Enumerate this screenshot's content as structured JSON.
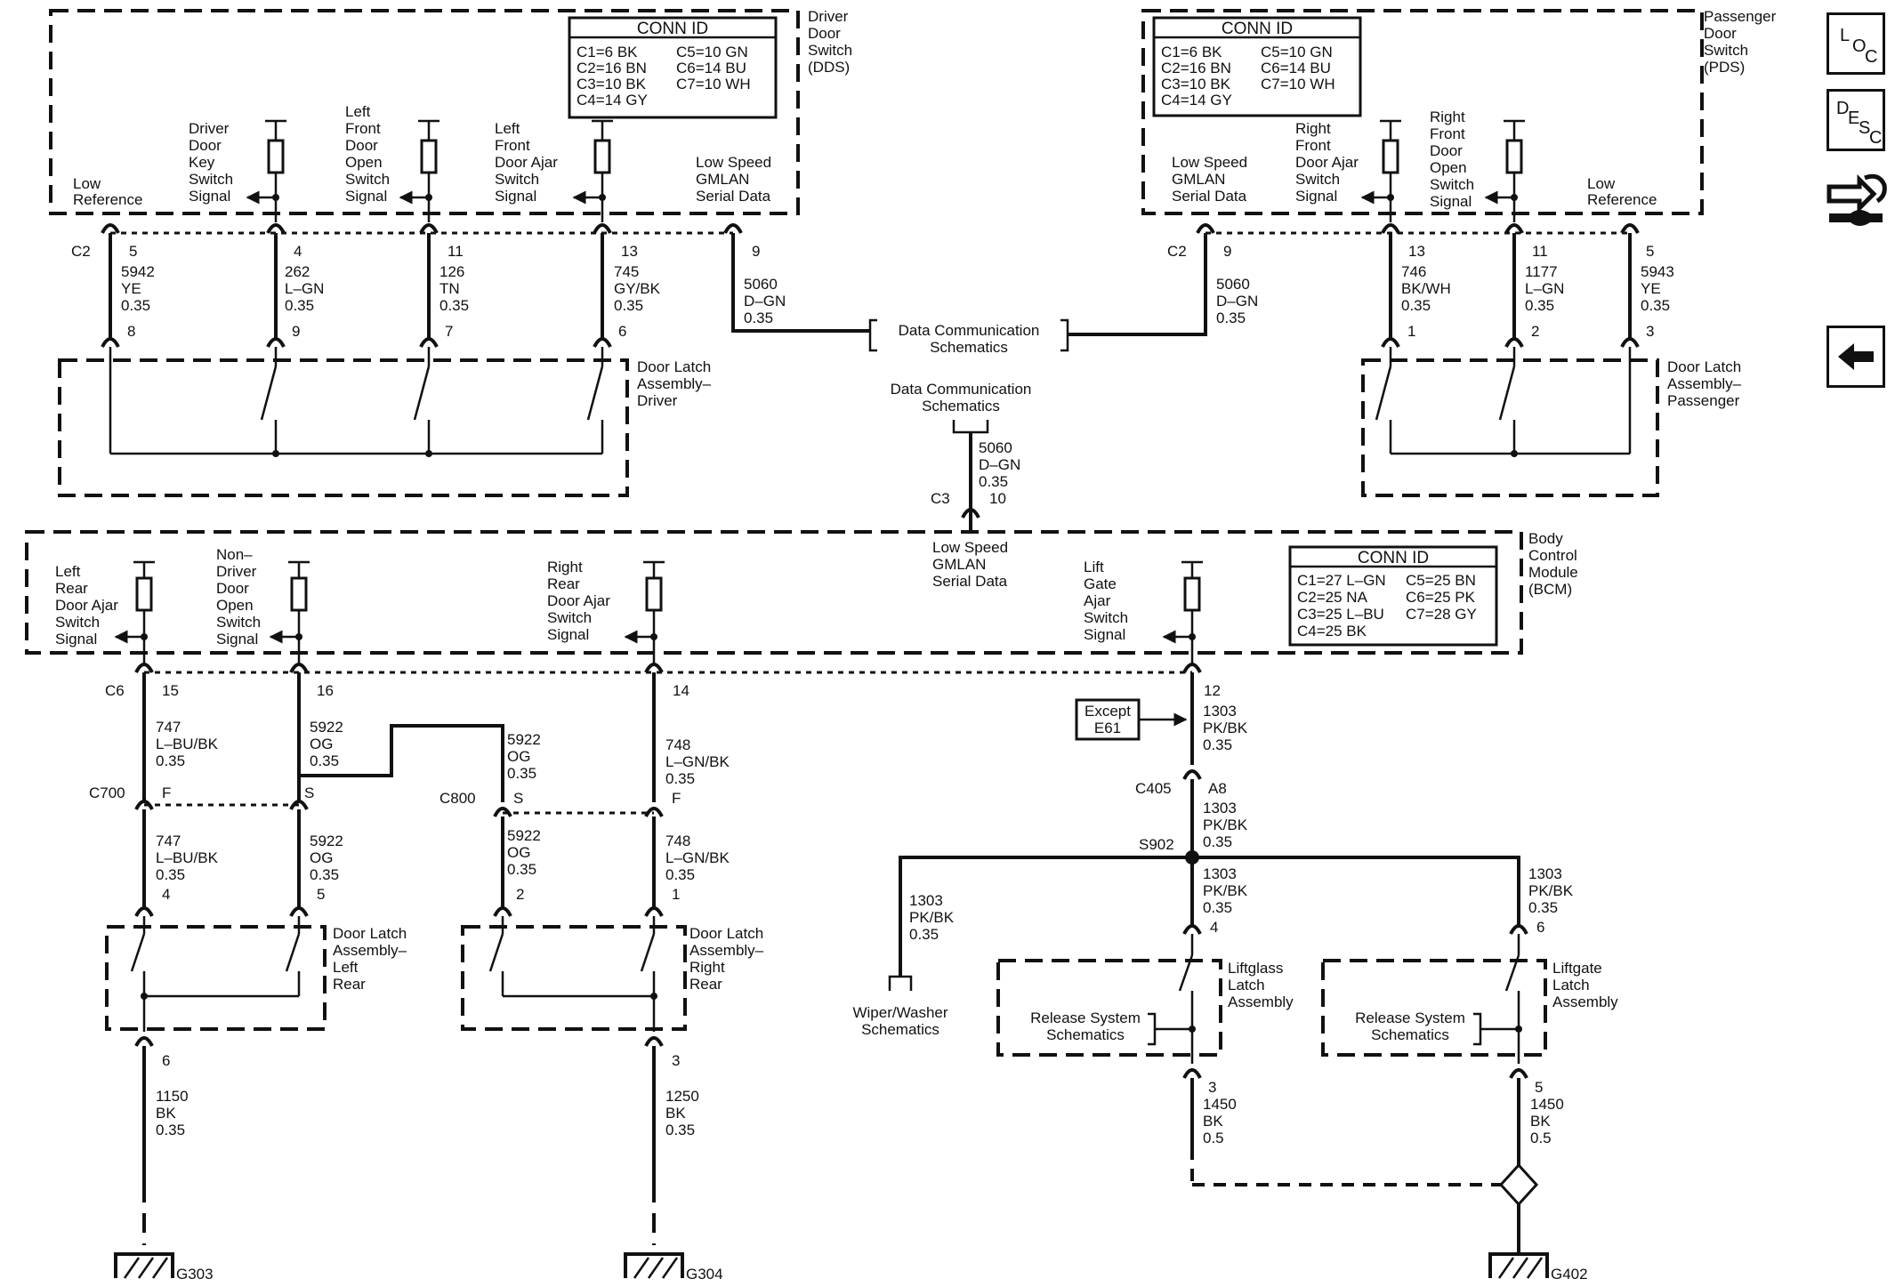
{
  "nav": {
    "loc": [
      "L",
      "O",
      "C"
    ],
    "desc": [
      "D",
      "E",
      "S",
      "C"
    ]
  },
  "modules": {
    "dds": {
      "title": [
        "Driver",
        "Door",
        "Switch",
        "(DDS)"
      ]
    },
    "pds": {
      "title": [
        "Passenger",
        "Door",
        "Switch",
        "(PDS)"
      ]
    },
    "bcm": {
      "title": [
        "Body",
        "Control",
        "Module",
        "(BCM)"
      ]
    }
  },
  "conn_ids": {
    "dds": {
      "header": "CONN ID",
      "rows": [
        [
          "C1=6 BK",
          "C5=10 GN"
        ],
        [
          "C2=16 BN",
          "C6=14 BU"
        ],
        [
          "C3=10 BK",
          "C7=10 WH"
        ],
        [
          "C4=14 GY",
          ""
        ]
      ]
    },
    "pds": {
      "header": "CONN ID",
      "rows": [
        [
          "C1=6 BK",
          "C5=10 GN"
        ],
        [
          "C2=16 BN",
          "C6=14 BU"
        ],
        [
          "C3=10 BK",
          "C7=10 WH"
        ],
        [
          "C4=14 GY",
          ""
        ]
      ]
    },
    "bcm": {
      "header": "CONN ID",
      "rows": [
        [
          "C1=27 L–GN",
          "C5=25 BN"
        ],
        [
          "C2=25 NA",
          "C6=25 PK"
        ],
        [
          "C3=25 L–BU",
          "C7=28 GY"
        ],
        [
          "C4=25 BK",
          ""
        ]
      ]
    }
  },
  "signals": {
    "dds_low_ref": [
      "Low",
      "Reference"
    ],
    "dds_key": [
      "Driver",
      "Door",
      "Key",
      "Switch",
      "Signal"
    ],
    "dds_open": [
      "Left",
      "Front",
      "Door",
      "Open",
      "Switch",
      "Signal"
    ],
    "dds_ajar": [
      "Left",
      "Front",
      "Door Ajar",
      "Switch",
      "Signal"
    ],
    "dds_gmlan": [
      "Low Speed",
      "GMLAN",
      "Serial Data"
    ],
    "pds_gmlan": [
      "Low Speed",
      "GMLAN",
      "Serial Data"
    ],
    "pds_ajar": [
      "Right",
      "Front",
      "Door Ajar",
      "Switch",
      "Signal"
    ],
    "pds_open": [
      "Right",
      "Front",
      "Door",
      "Open",
      "Switch",
      "Signal"
    ],
    "pds_low_ref": [
      "Low",
      "Reference"
    ],
    "bcm_lr_ajar": [
      "Left",
      "Rear",
      "Door Ajar",
      "Switch",
      "Signal"
    ],
    "bcm_nd_open": [
      "Non–",
      "Driver",
      "Door",
      "Open",
      "Switch",
      "Signal"
    ],
    "bcm_rr_ajar": [
      "Right",
      "Rear",
      "Door Ajar",
      "Switch",
      "Signal"
    ],
    "bcm_gmlan": [
      "Low Speed",
      "GMLAN",
      "Serial Data"
    ],
    "bcm_lift": [
      "Lift",
      "Gate",
      "Ajar",
      "Switch",
      "Signal"
    ]
  },
  "connectors": {
    "dds_c2": "C2",
    "pds_c2": "C2",
    "bcm_c3": "C3",
    "bcm_c6": "C6",
    "c700": "C700",
    "c800": "C800",
    "c405": "C405",
    "s902": "S902"
  },
  "pins": {
    "dds": [
      "5",
      "4",
      "11",
      "13",
      "9"
    ],
    "pds": [
      "9",
      "13",
      "11",
      "5"
    ],
    "latch_driver": [
      "8",
      "9",
      "7",
      "6"
    ],
    "latch_passenger": [
      "1",
      "2",
      "3"
    ],
    "bcm_c3": "10",
    "bcm_c6": [
      "15",
      "16",
      "14",
      "12"
    ],
    "c700": [
      "F",
      "S"
    ],
    "c800": [
      "S",
      "F"
    ],
    "c405": "A8",
    "latch_lr": [
      "4",
      "5",
      "6"
    ],
    "latch_rr": [
      "2",
      "1",
      "3"
    ],
    "liftglass": [
      "4",
      "3"
    ],
    "liftgate": [
      "6",
      "5"
    ]
  },
  "wires": {
    "w5942": [
      "5942",
      "YE",
      "0.35"
    ],
    "w262": [
      "262",
      "L–GN",
      "0.35"
    ],
    "w126": [
      "126",
      "TN",
      "0.35"
    ],
    "w745": [
      "745",
      "GY/BK",
      "0.35"
    ],
    "w5060a": [
      "5060",
      "D–GN",
      "0.35"
    ],
    "w5060b": [
      "5060",
      "D–GN",
      "0.35"
    ],
    "w746": [
      "746",
      "BK/WH",
      "0.35"
    ],
    "w1177": [
      "1177",
      "L–GN",
      "0.35"
    ],
    "w5943": [
      "5943",
      "YE",
      "0.35"
    ],
    "w5060c": [
      "5060",
      "D–GN",
      "0.35"
    ],
    "w747a": [
      "747",
      "L–BU/BK",
      "0.35"
    ],
    "w5922a": [
      "5922",
      "OG",
      "0.35"
    ],
    "w5922b": [
      "5922",
      "OG",
      "0.35"
    ],
    "w748a": [
      "748",
      "L–GN/BK",
      "0.35"
    ],
    "w1303a": [
      "1303",
      "PK/BK",
      "0.35"
    ],
    "w747b": [
      "747",
      "L–BU/BK",
      "0.35"
    ],
    "w5922c": [
      "5922",
      "OG",
      "0.35"
    ],
    "w5922d": [
      "5922",
      "OG",
      "0.35"
    ],
    "w748b": [
      "748",
      "L–GN/BK",
      "0.35"
    ],
    "w1303b": [
      "1303",
      "PK/BK",
      "0.35"
    ],
    "w1303c": [
      "1303",
      "PK/BK",
      "0.35"
    ],
    "w1303d": [
      "1303",
      "PK/BK",
      "0.35"
    ],
    "w1303e": [
      "1303",
      "PK/BK",
      "0.35"
    ],
    "w1150": [
      "1150",
      "BK",
      "0.35"
    ],
    "w1250": [
      "1250",
      "BK",
      "0.35"
    ],
    "w1450a": [
      "1450",
      "BK",
      "0.5"
    ],
    "w1450b": [
      "1450",
      "BK",
      "0.5"
    ]
  },
  "components": {
    "latch_driver": [
      "Door Latch",
      "Assembly–",
      "Driver"
    ],
    "latch_passenger": [
      "Door Latch",
      "Assembly–",
      "Passenger"
    ],
    "latch_lr": [
      "Door Latch",
      "Assembly–",
      "Left",
      "Rear"
    ],
    "latch_rr": [
      "Door Latch",
      "Assembly–",
      "Right",
      "Rear"
    ],
    "liftglass": [
      "Liftglass",
      "Latch",
      "Assembly"
    ],
    "liftgate": [
      "Liftgate",
      "Latch",
      "Assembly"
    ]
  },
  "references": {
    "data_comm_1": [
      "Data Communication",
      "Schematics"
    ],
    "data_comm_2": [
      "Data Communication",
      "Schematics"
    ],
    "release_1": [
      "Release System",
      "Schematics"
    ],
    "release_2": [
      "Release System",
      "Schematics"
    ],
    "wiper": [
      "Wiper/Washer",
      "Schematics"
    ],
    "except": [
      "Except",
      "E61"
    ]
  },
  "grounds": [
    "G303",
    "G304",
    "G402"
  ]
}
